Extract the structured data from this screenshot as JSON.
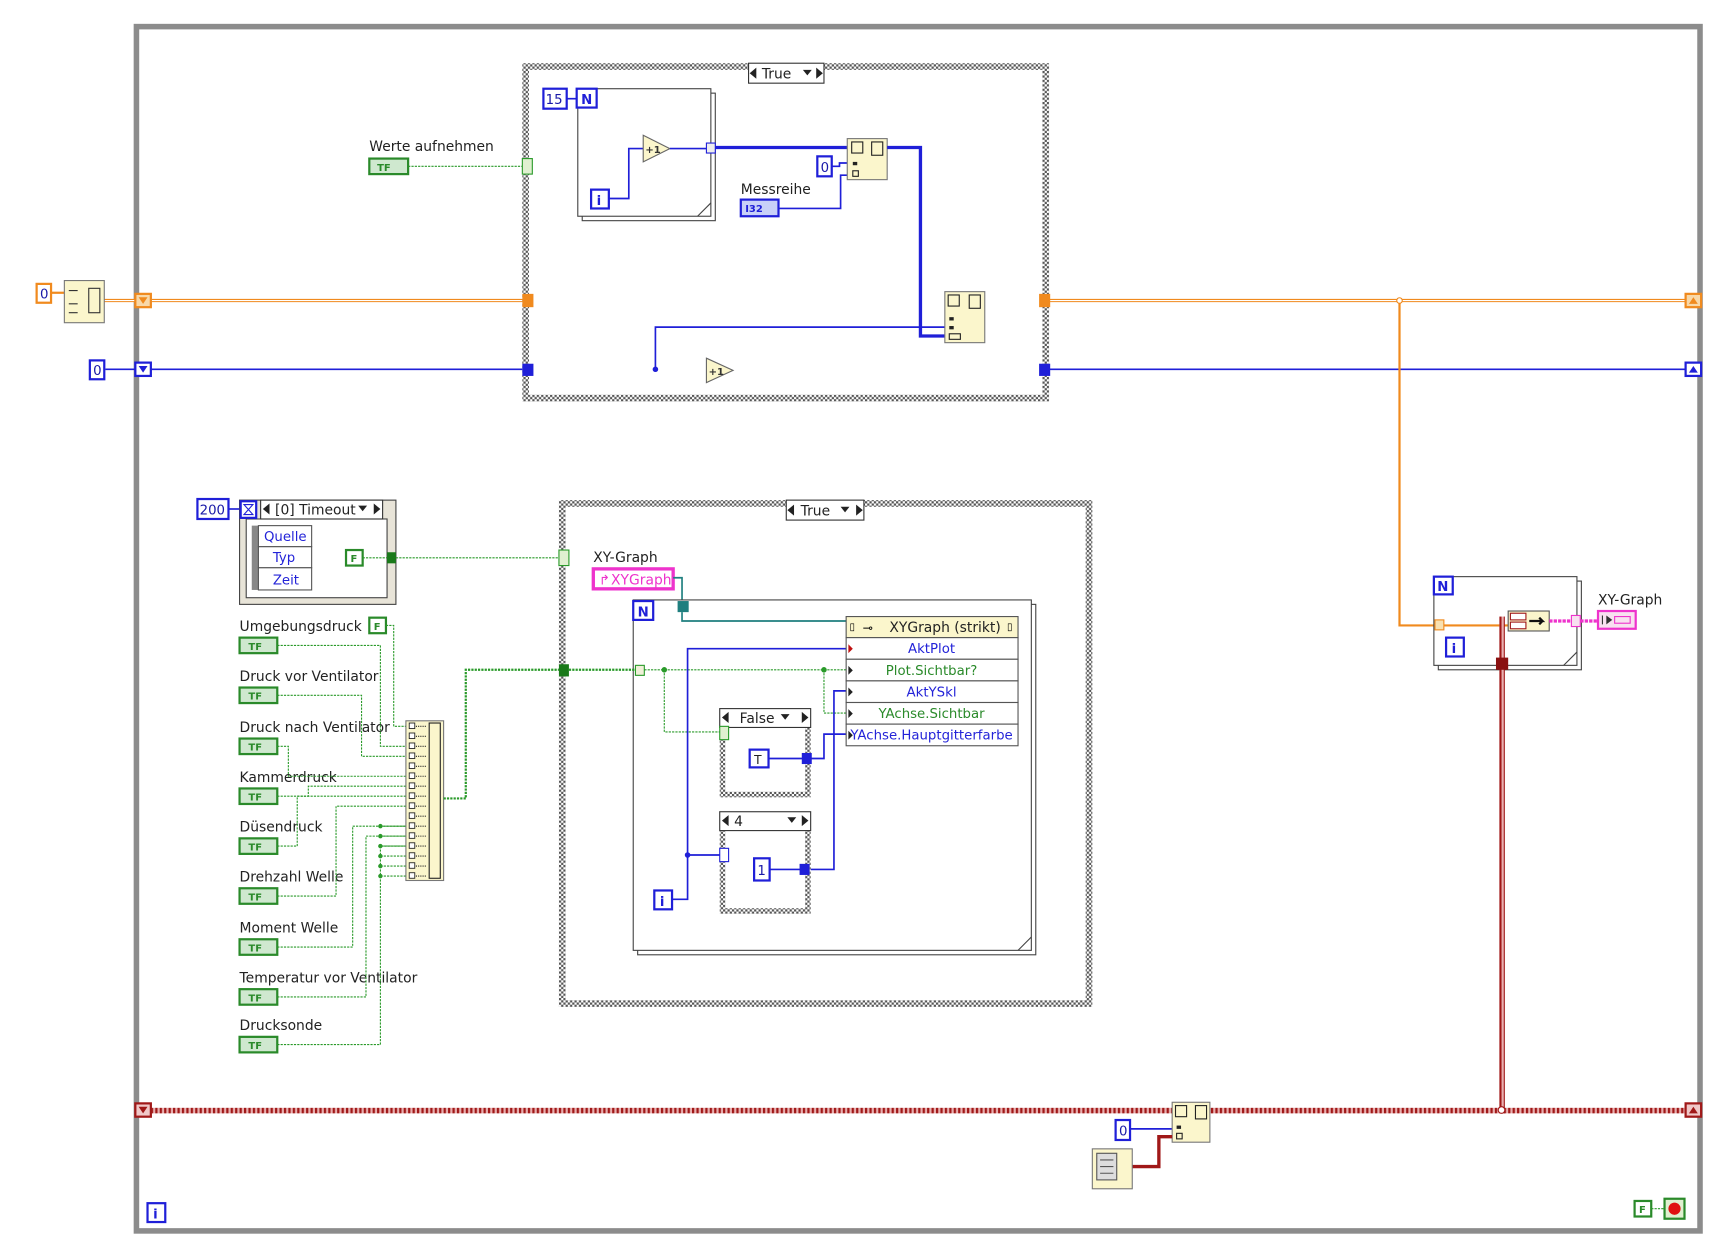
{
  "colors": {
    "orange_wire": "#f08a1e",
    "blue_wire": "#1f1fd8",
    "bool_wire": "#2a9a2a",
    "ref_wire": "#1f7f7f",
    "cluster_wire": "#a01818",
    "graph_pink": "#ee33cc",
    "loop_border": "#8c8c8c",
    "node_bg": "#fbf6cc"
  },
  "shift_register_constants": {
    "orange_init": "0",
    "blue_init": "0"
  },
  "top_case": {
    "selector": "True",
    "for_loop_count": "15",
    "for_n": "N",
    "for_i": "i",
    "increment": "+1",
    "index_constant": "0",
    "messreihe_label": "Messreihe",
    "messreihe_type": "I32",
    "werte_label": "Werte aufnehmen",
    "werte_type": "TF",
    "increment2": "+1"
  },
  "event_structure": {
    "timeout_constant": "200",
    "selector": "[0] Timeout",
    "event_data": [
      "Quelle",
      "Typ",
      "Zeit"
    ],
    "false_constant": "F"
  },
  "booleans": {
    "extra_false": "F",
    "items": [
      {
        "label": "Umgebungsdruck",
        "type": "TF"
      },
      {
        "label": "Druck vor Ventilator",
        "type": "TF"
      },
      {
        "label": "Druck nach Ventilator",
        "type": "TF"
      },
      {
        "label": "Kammerdruck",
        "type": "TF"
      },
      {
        "label": "Düsendruck",
        "type": "TF"
      },
      {
        "label": "Drehzahl Welle",
        "type": "TF"
      },
      {
        "label": "Moment Welle",
        "type": "TF"
      },
      {
        "label": "Temperatur vor Ventilator",
        "type": "TF"
      },
      {
        "label": "Drucksonde",
        "type": "TF"
      }
    ]
  },
  "lower_case": {
    "selector": "True",
    "graph_label": "XY-Graph",
    "graph_ref": "XYGraph",
    "for_n": "N",
    "for_i": "i",
    "property_node": {
      "header": "XYGraph (strikt)",
      "rows": [
        {
          "label": "AktPlot",
          "kind": "blue"
        },
        {
          "label": "Plot.Sichtbar?",
          "kind": "green"
        },
        {
          "label": "AktYSkl",
          "kind": "blue"
        },
        {
          "label": "YAchse.Sichtbar",
          "kind": "green"
        },
        {
          "label": "YAchse.Hauptgitterfarbe",
          "kind": "blue"
        }
      ]
    },
    "false_case": {
      "selector": "False",
      "constant": "T"
    },
    "four_case": {
      "selector": "4",
      "constant": "1"
    }
  },
  "right_loop": {
    "for_n": "N",
    "for_i": "i",
    "graph_label": "XY-Graph"
  },
  "bottom": {
    "index_constant": "0",
    "loop_i": "i",
    "stop_constant": "F"
  }
}
